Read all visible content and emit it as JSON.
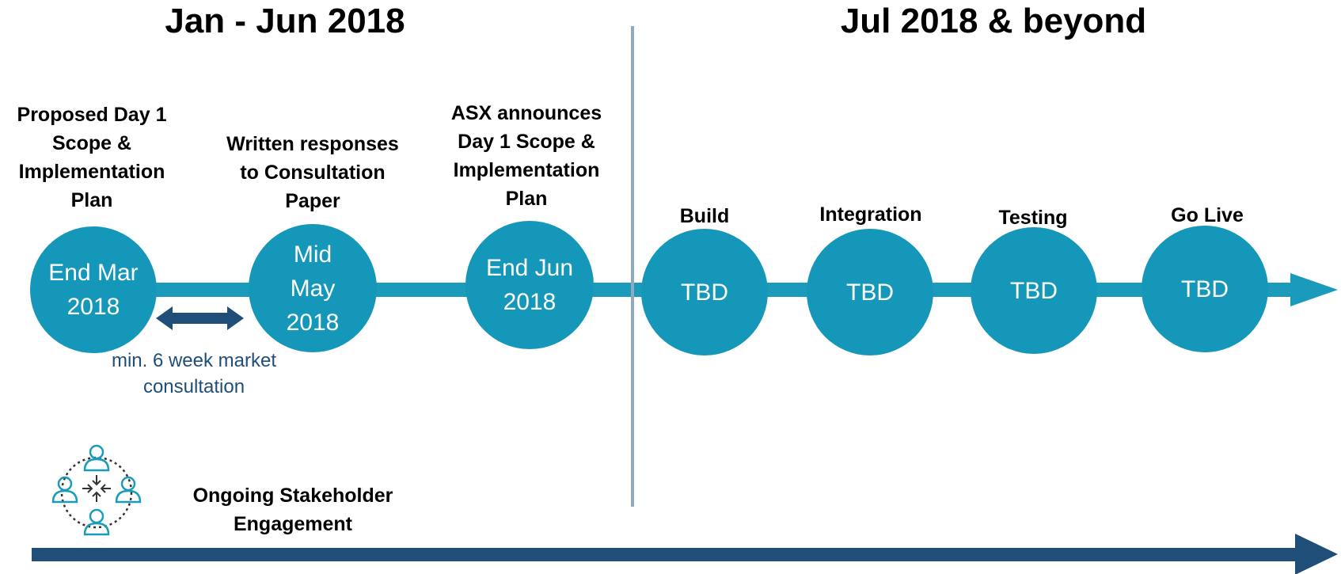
{
  "colors": {
    "timeline": "#1a9bbb",
    "node": "#1497b8",
    "divider": "#8fa9bd",
    "engagement": "#1f4e79",
    "text": "#000000",
    "note": "#1f4e79"
  },
  "phases": [
    {
      "title": "Jan - Jun 2018"
    },
    {
      "title": "Jul 2018 & beyond"
    }
  ],
  "milestones": [
    {
      "label": "Proposed Day 1\nScope &\nImplementation\nPlan",
      "date": "End Mar\n2018"
    },
    {
      "label": "Written responses\nto Consultation\nPaper",
      "date": "Mid\nMay\n2018"
    },
    {
      "label": "ASX announces\nDay 1 Scope &\nImplementation\nPlan",
      "date": "End Jun\n2018"
    },
    {
      "label": "Build",
      "date": "TBD"
    },
    {
      "label": "Integration",
      "date": "TBD"
    },
    {
      "label": "Testing",
      "date": "TBD"
    },
    {
      "label": "Go Live",
      "date": "TBD"
    }
  ],
  "consultation_note": "min. 6 week market\nconsultation",
  "engagement": {
    "label": "Ongoing Stakeholder\nEngagement",
    "icon": "stakeholder-group-icon"
  }
}
